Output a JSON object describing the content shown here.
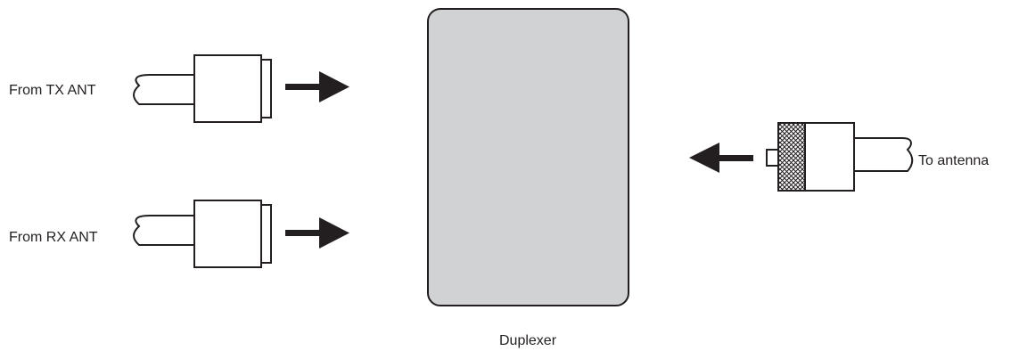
{
  "labels": {
    "tx_input": "From TX ANT",
    "rx_input": "From RX ANT",
    "antenna_output": "To antenna",
    "device": "Duplexer"
  },
  "colors": {
    "ink": "#231f20",
    "device_fill": "#d1d2d4",
    "background": "#ffffff"
  },
  "icons": {
    "tx_connector": "coax-plug-icon",
    "rx_connector": "coax-plug-icon",
    "antenna_connector": "pl259-plug-icon",
    "tx_arrow": "arrow-right-icon",
    "rx_arrow": "arrow-right-icon",
    "antenna_arrow": "arrow-left-icon"
  }
}
